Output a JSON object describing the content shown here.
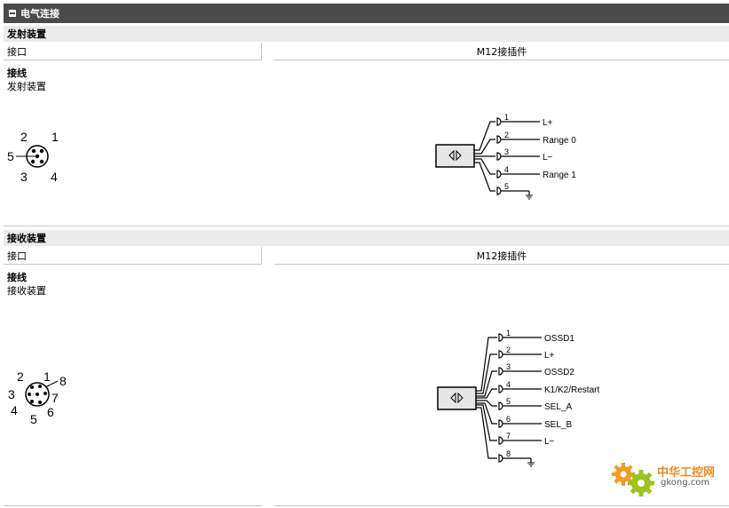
{
  "panel": {
    "title": "电气连接"
  },
  "emitter": {
    "section_title": "发射装置",
    "interface_label": "接口",
    "interface_value": "M12接插件",
    "wiring_title": "接线",
    "wiring_sub": "发射装置",
    "pin_numbers": [
      "2",
      "1",
      "5",
      "3",
      "4"
    ],
    "wire_numbers": [
      "1",
      "2",
      "3",
      "4",
      "5"
    ],
    "wire_labels": [
      "L+",
      "Range 0",
      "L−",
      "Range 1"
    ]
  },
  "receiver": {
    "section_title": "接收装置",
    "interface_label": "接口",
    "interface_value": "M12接插件",
    "wiring_title": "接线",
    "wiring_sub": "接收装置",
    "pin_numbers": [
      "2",
      "1",
      "8",
      "3",
      "7",
      "4",
      "6",
      "5"
    ],
    "wire_numbers": [
      "1",
      "2",
      "3",
      "4",
      "5",
      "6",
      "7",
      "8"
    ],
    "wire_labels": [
      "OSSD1",
      "L+",
      "OSSD2",
      "K1/K2/Restart",
      "SEL_A",
      "SEL_B",
      "L−"
    ]
  },
  "watermark": {
    "title": "中华工控网",
    "subtitle": "gkong.com"
  },
  "icons": {
    "collapse": "collapse-minus-icon",
    "sensor": "sensor-box-icon",
    "ground": "ground-icon",
    "watermark_gears": "gears-logo-icon"
  }
}
